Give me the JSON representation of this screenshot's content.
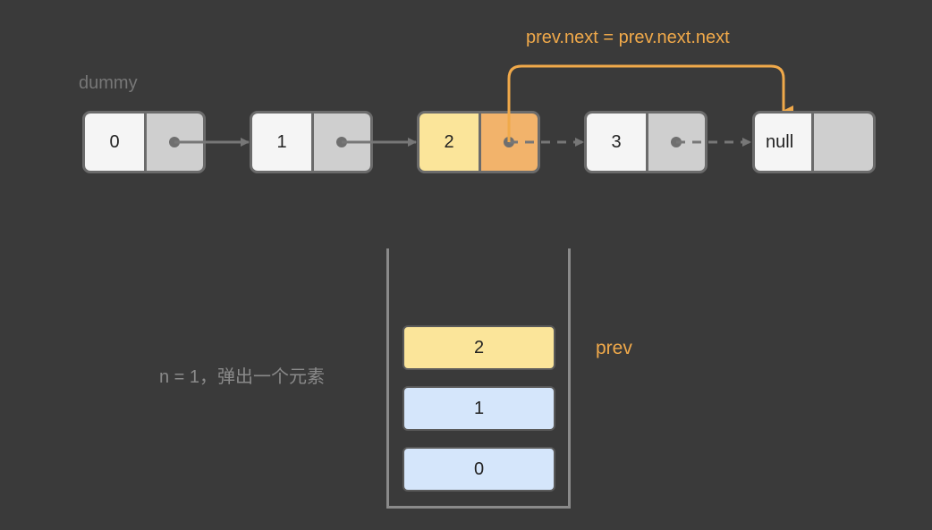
{
  "labels": {
    "dummy": "dummy",
    "code": "prev.next = prev.next.next",
    "prev": "prev",
    "note": "n = 1，弹出一个元素"
  },
  "list": {
    "nodes": [
      {
        "value": "0",
        "highlight": false
      },
      {
        "value": "1",
        "highlight": false
      },
      {
        "value": "2",
        "highlight": true
      },
      {
        "value": "3",
        "highlight": false
      },
      {
        "value": "null",
        "highlight": false
      }
    ],
    "links": [
      {
        "from": 0,
        "to": 1,
        "style": "solid"
      },
      {
        "from": 1,
        "to": 2,
        "style": "solid"
      },
      {
        "from": 2,
        "to": 3,
        "style": "dashed"
      },
      {
        "from": 3,
        "to": 4,
        "style": "dashed"
      }
    ],
    "redirect": {
      "from": 2,
      "to": 4
    }
  },
  "stack": {
    "items_top_to_bottom": [
      {
        "value": "2",
        "highlight": true
      },
      {
        "value": "1",
        "highlight": false
      },
      {
        "value": "0",
        "highlight": false
      }
    ]
  },
  "colors": {
    "background": "#3a3a3a",
    "accent": "#f0a94a",
    "arrow": "#777777"
  }
}
